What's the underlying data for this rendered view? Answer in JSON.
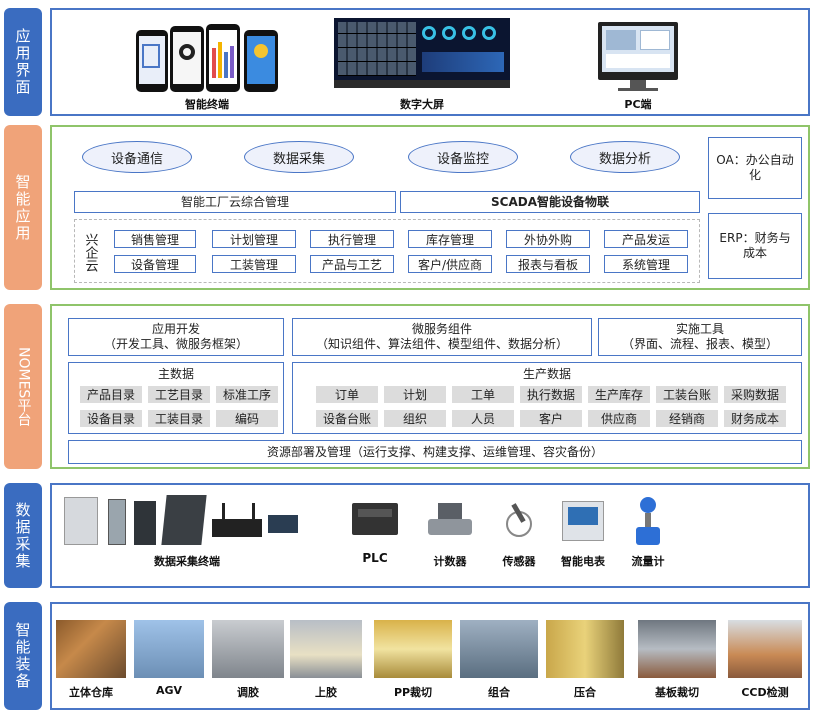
{
  "sections": {
    "ui": "应用界面",
    "apps": "智能应用",
    "platform": "NOMES平台",
    "collect": "数据采集",
    "equipment": "智能装备"
  },
  "ui_layer": {
    "mobile": "智能终端",
    "screen": "数字大屏",
    "pc": "PC端"
  },
  "apps_layer": {
    "ovals": [
      "设备通信",
      "数据采集",
      "设备监控",
      "数据分析"
    ],
    "cloud_mgmt": "智能工厂云综合管理",
    "scada": "SCADA智能设备物联",
    "cloud_name": "兴企云",
    "row1": [
      "销售管理",
      "计划管理",
      "执行管理",
      "库存管理",
      "外协外购",
      "产品发运"
    ],
    "row2": [
      "设备管理",
      "工装管理",
      "产品与工艺",
      "客户/供应商",
      "报表与看板",
      "系统管理"
    ],
    "oa": "OA：办公自动化",
    "erp": "ERP：财务与成本"
  },
  "platform_layer": {
    "app_dev_title": "应用开发",
    "app_dev_sub": "（开发工具、微服务框架）",
    "micro_title": "微服务组件",
    "micro_sub": "（知识组件、算法组件、模型组件、数据分析）",
    "tools_title": "实施工具",
    "tools_sub": "（界面、流程、报表、模型）",
    "master_title": "主数据",
    "master_items": [
      "产品目录",
      "工艺目录",
      "标准工序",
      "设备目录",
      "工装目录",
      "编码"
    ],
    "prod_title": "生产数据",
    "prod_row1": [
      "订单",
      "计划",
      "工单",
      "执行数据",
      "生产库存",
      "工装台账",
      "采购数据"
    ],
    "prod_row2": [
      "设备台账",
      "组织",
      "人员",
      "客户",
      "供应商",
      "经销商",
      "财务成本"
    ],
    "resource": "资源部署及管理（运行支撑、构建支撑、运维管理、容灾备份）"
  },
  "collect_layer": {
    "items": [
      "数据采集终端",
      "PLC",
      "计数器",
      "传感器",
      "智能电表",
      "流量计"
    ]
  },
  "equipment_layer": {
    "items": [
      "立体仓库",
      "AGV",
      "调胶",
      "上胶",
      "PP裁切",
      "组合",
      "压合",
      "基板裁切",
      "CCD检测"
    ]
  }
}
